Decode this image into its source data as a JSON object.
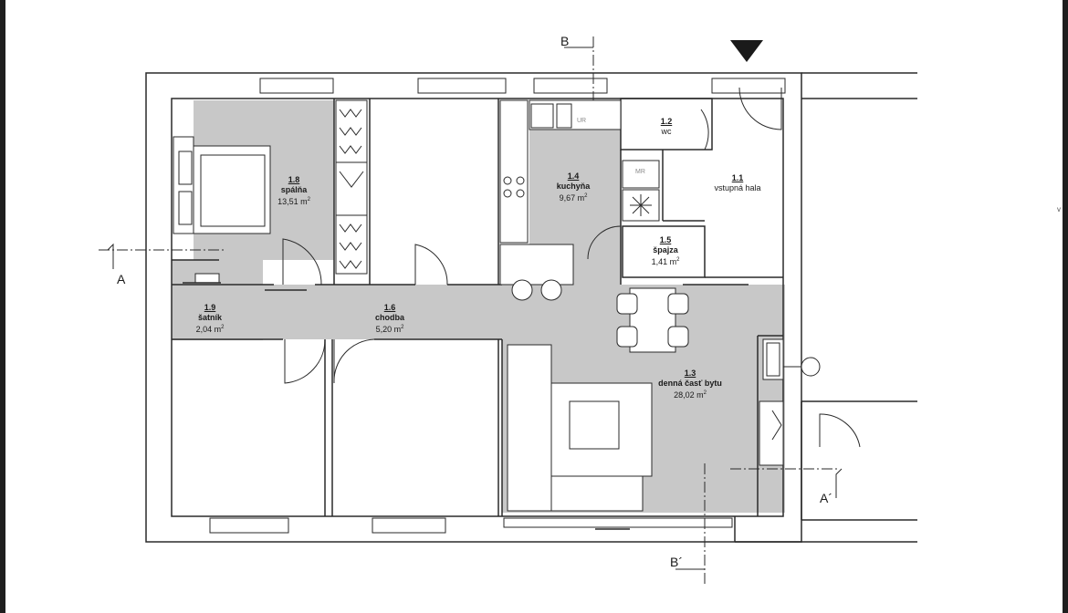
{
  "rooms": [
    {
      "id": "1.1",
      "name": "vstupná hala",
      "area": ""
    },
    {
      "id": "1.2",
      "name": "wc",
      "area": ""
    },
    {
      "id": "1.3",
      "name": "denná časť bytu",
      "area": "28,02 m"
    },
    {
      "id": "1.4",
      "name": "kuchyňa",
      "area": "9,67 m"
    },
    {
      "id": "1.5",
      "name": "špajza",
      "area": "1,41 m"
    },
    {
      "id": "1.6",
      "name": "chodba",
      "area": "5,20 m"
    },
    {
      "id": "1.8",
      "name": "spálňa",
      "area": "13,51 m"
    },
    {
      "id": "1.9",
      "name": "šatník",
      "area": "2,04 m"
    }
  ],
  "area_unit_sup": "2",
  "sections": {
    "a": "A",
    "a_prime": "A´",
    "b": "B",
    "b_prime": "B´"
  },
  "fixtures": {
    "mr": "MR",
    "ur": "UR"
  },
  "edge_mark": "v",
  "colors": {
    "fill": "#c8c8c8",
    "wall": "#2a2a2a",
    "furniture": "#ffffff"
  }
}
